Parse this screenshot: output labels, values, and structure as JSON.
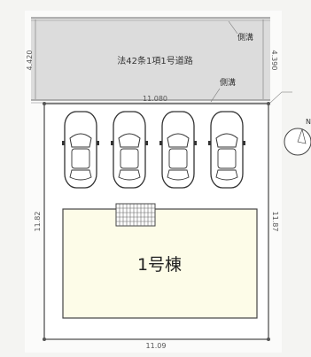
{
  "road": {
    "label": "法42条1項1号道路",
    "width_left": "4.420",
    "width_right": "4.390",
    "frontage": "11.080"
  },
  "gutters": {
    "top_label": "側溝",
    "bottom_label": "側溝"
  },
  "lot": {
    "depth_left": "11.82",
    "depth_right": "11.87",
    "rear_width": "11.09"
  },
  "parking": {
    "car_count": 4,
    "car_icon": "car-top-view-icon"
  },
  "building": {
    "label": "1号棟"
  },
  "compass": {
    "label": "N",
    "icon": "north-arrow-icon"
  }
}
